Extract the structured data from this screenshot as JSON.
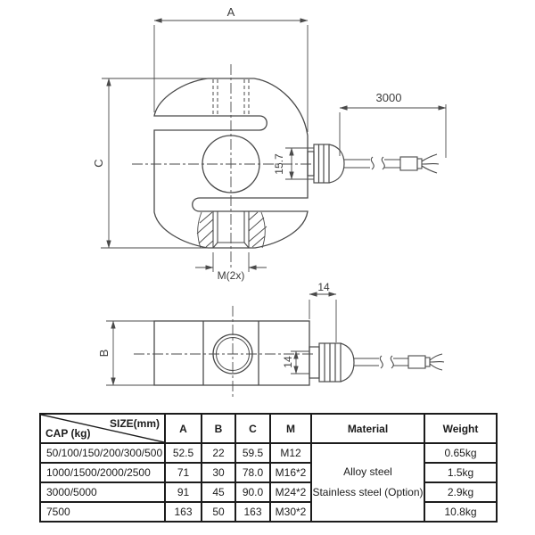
{
  "drawing": {
    "line_color": "#4a4a4a",
    "front_view": {
      "dim_width": "A",
      "dim_height": "C",
      "dim_cable_length": "3000",
      "dim_gland_height": "15.7",
      "thread_label": "M(2x)"
    },
    "side_view": {
      "dim_depth": "B",
      "dim_gland_protrusion": "14",
      "dim_gland_boss": "14"
    }
  },
  "table": {
    "border_color": "#1c1c1c",
    "header": {
      "size_label": "SIZE(mm)",
      "cap_label": "CAP (kg)",
      "columns": [
        "A",
        "B",
        "C",
        "M",
        "Material",
        "Weight"
      ]
    },
    "rows": [
      {
        "cap": "50/100/150/200/300/500",
        "a": "52.5",
        "b": "22",
        "c": "59.5",
        "m": "M12",
        "weight": "0.65kg"
      },
      {
        "cap": "1000/1500/2000/2500",
        "a": "71",
        "b": "30",
        "c": "78.0",
        "m": "M16*2",
        "weight": "1.5kg"
      },
      {
        "cap": "3000/5000",
        "a": "91",
        "b": "45",
        "c": "90.0",
        "m": "M24*2",
        "weight": "2.9kg"
      },
      {
        "cap": "7500",
        "a": "163",
        "b": "50",
        "c": "163",
        "m": "M30*2",
        "weight": "10.8kg"
      }
    ],
    "material_lines": [
      "Alloy steel",
      "Stainless steel (Option)"
    ]
  }
}
